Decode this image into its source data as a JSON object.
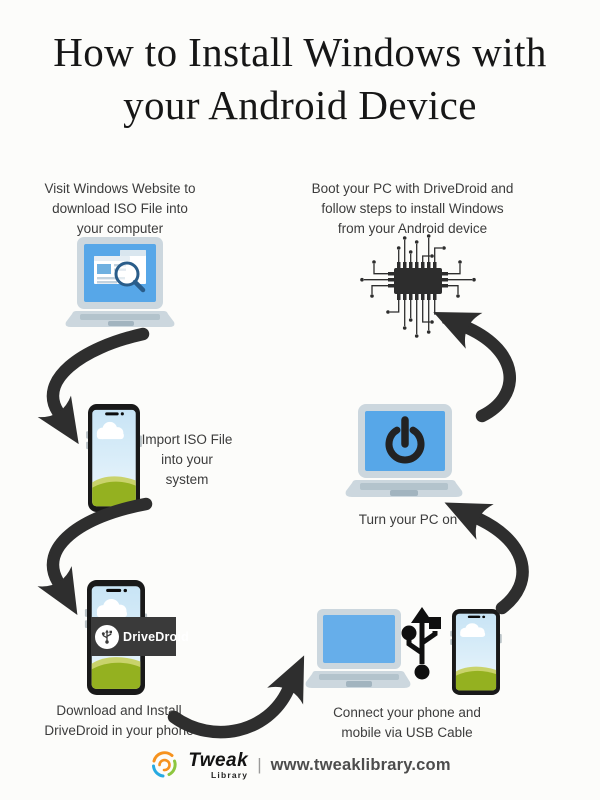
{
  "background_color": "#fcfcfa",
  "title": {
    "line1": "How to Install Windows with",
    "line2": "your Android Device"
  },
  "steps": {
    "visit_website": {
      "line1": "Visit Windows Website to",
      "line2": "download ISO File into",
      "line3": "your computer",
      "icon": "laptop-browser-search-icon"
    },
    "import_iso": {
      "line1": "Import ISO File",
      "line2": "into your",
      "line3": "system",
      "icon": "smartphone-icon"
    },
    "download_drivedroid": {
      "line1": "Download and Install",
      "line2": "DriveDroid in your phone",
      "icon": "smartphone-drivedroid-icon",
      "banner_label": "DriveDroid"
    },
    "connect_usb": {
      "line1": "Connect your phone and",
      "line2": "mobile via USB Cable",
      "icon": "laptop-usb-phone-icon"
    },
    "turn_on_pc": {
      "label": "Turn your PC on",
      "icon": "laptop-power-icon"
    },
    "boot_pc": {
      "line1": "Boot your PC with DriveDroid and",
      "line2": "follow steps to install Windows",
      "line3": "from your Android device",
      "icon": "cpu-chip-icon"
    }
  },
  "footer": {
    "brand": "Tweak",
    "brand_sub": "Library",
    "separator": "|",
    "website": "www.tweaklibrary.com"
  },
  "colors": {
    "arrow": "#2e2e2e",
    "screen_blue": "#57a7e8",
    "laptop_gray": "#ccd7de",
    "banner_dark": "#3a3a3a",
    "hill_green": "#94b120",
    "sky_blue": "#c8e4f5",
    "logo_orange": "#f6921e",
    "logo_green": "#8dc63f",
    "logo_blue": "#27aae1"
  }
}
